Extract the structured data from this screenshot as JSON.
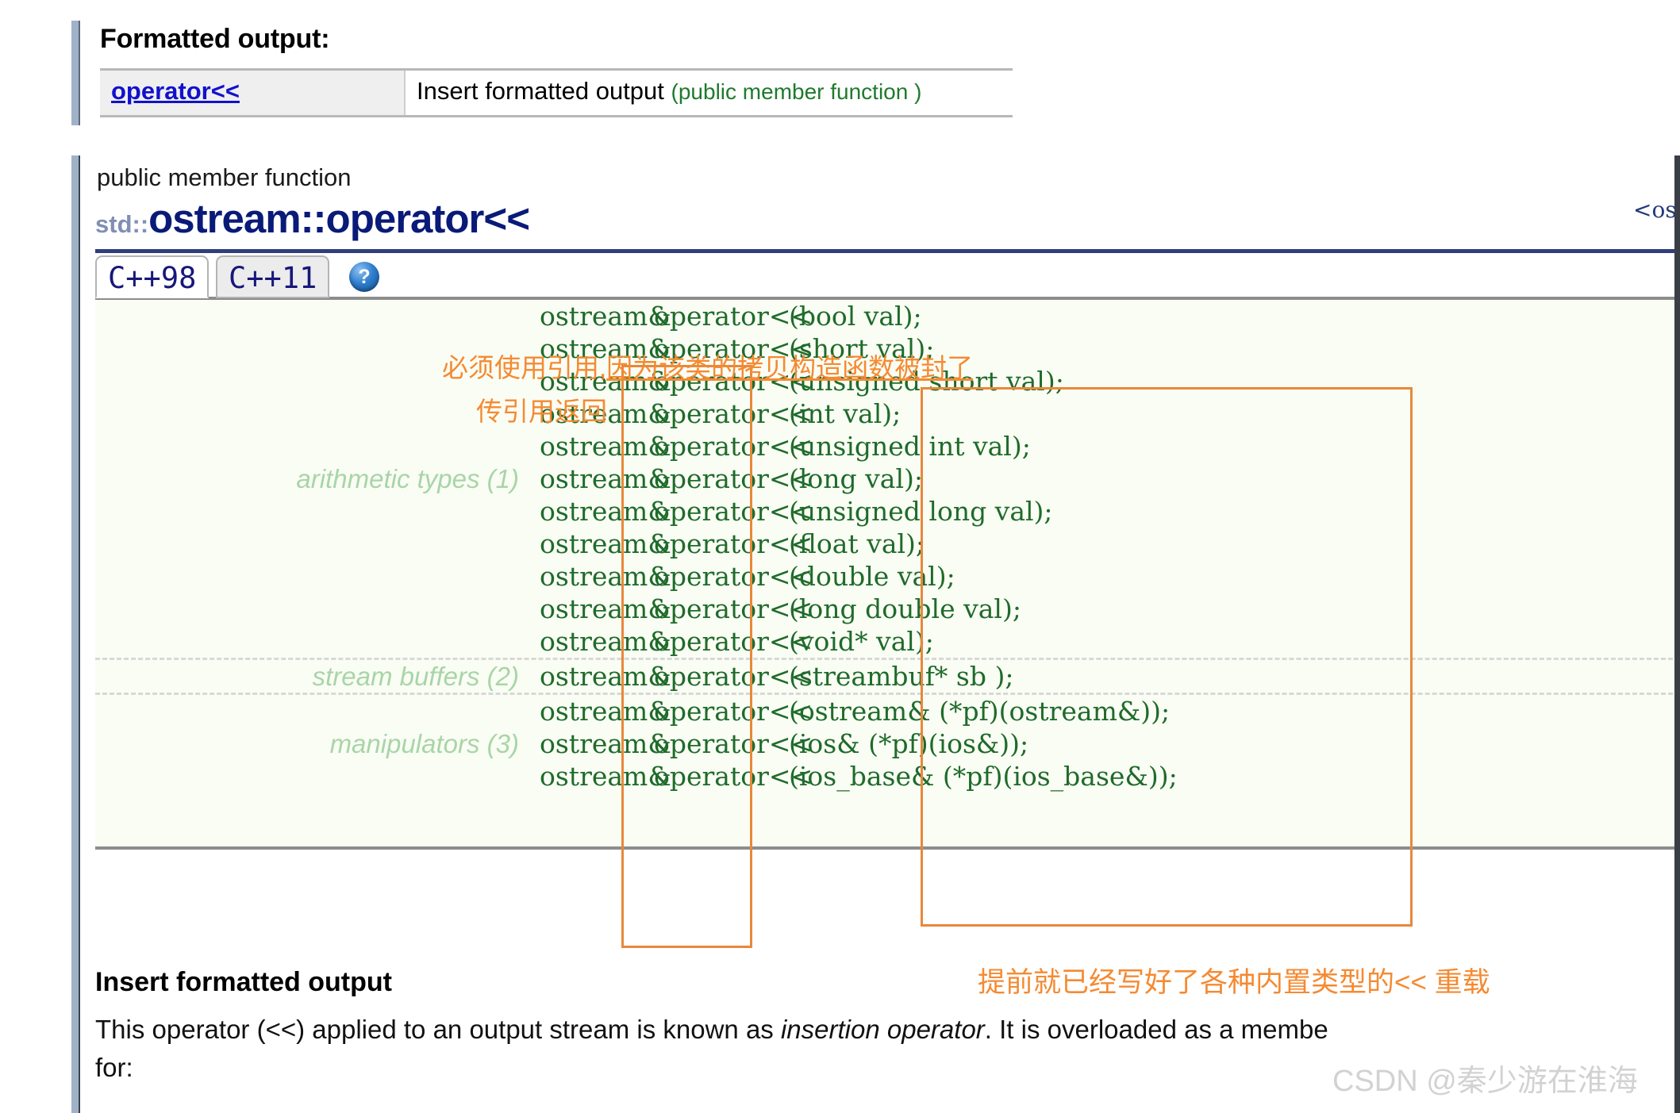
{
  "reference_block": {
    "heading": "Formatted output:",
    "row": {
      "name": "operator<<",
      "description": "Insert formatted output",
      "qualifier": "(public member function )"
    }
  },
  "page": {
    "kind": "public member function",
    "namespace_prefix": "std::",
    "title": "ostream::operator<<",
    "include_header": "<ostre",
    "tabs": [
      {
        "label": "C++98",
        "active": true
      },
      {
        "label": "C++11",
        "active": false
      }
    ],
    "help_icon_glyph": "?"
  },
  "prototypes": {
    "groups": [
      {
        "label": "arithmetic types (1)",
        "rows": [
          {
            "ret": "ostream&",
            "op": "operator<<",
            "args": "(bool val);"
          },
          {
            "ret": "ostream&",
            "op": "operator<<",
            "args": "(short val);"
          },
          {
            "ret": "ostream&",
            "op": "operator<<",
            "args": "(unsigned short val);"
          },
          {
            "ret": "ostream&",
            "op": "operator<<",
            "args": "(int val);"
          },
          {
            "ret": "ostream&",
            "op": "operator<<",
            "args": "(unsigned int val);"
          },
          {
            "ret": "ostream&",
            "op": "operator<<",
            "args": "(long val);"
          },
          {
            "ret": "ostream&",
            "op": "operator<<",
            "args": "(unsigned long val);"
          },
          {
            "ret": "ostream&",
            "op": "operator<<",
            "args": "(float val);"
          },
          {
            "ret": "ostream&",
            "op": "operator<<",
            "args": "(double val);"
          },
          {
            "ret": "ostream&",
            "op": "operator<<",
            "args": "(long double val);"
          },
          {
            "ret": "ostream&",
            "op": "operator<<",
            "args": "(void* val);"
          }
        ]
      },
      {
        "label": "stream buffers (2)",
        "rows": [
          {
            "ret": "ostream&",
            "op": "operator<<",
            "args": "(streambuf* sb );"
          }
        ]
      },
      {
        "label": "manipulators (3)",
        "rows": [
          {
            "ret": "ostream&",
            "op": "operator<<",
            "args": "(ostream& (*pf)(ostream&));"
          },
          {
            "ret": "ostream&",
            "op": "operator<<",
            "args": "(ios& (*pf)(ios&));"
          },
          {
            "ret": "ostream&",
            "op": "operator<<",
            "args": "(ios_base& (*pf)(ios_base&));"
          }
        ]
      }
    ]
  },
  "annotations": {
    "note1_plain": "必须使用引用,",
    "note1_underlined": "因为该类的拷贝构造函数被封了",
    "note2": "传引用返回",
    "note3": "提前就已经写好了各种内置类型的<< 重载",
    "color": "#f58a32"
  },
  "description": {
    "title": "Insert formatted output",
    "line1_a": "This operator (<<) applied to an output stream is known as ",
    "line1_em": "insertion operator",
    "line1_b": ". It is overloaded as a membe",
    "line2": "for:"
  },
  "watermark": "CSDN @秦少游在淮海",
  "colors": {
    "link": "#1111cc",
    "title_navy": "#0a1a78",
    "std_prefix": "#7f8fb5",
    "code_green": "#1f6b2b",
    "group_label_green": "#a8d5a8",
    "qualifier_green": "#1f7a2e",
    "accent_orange": "#f58a32",
    "sidebar_blue": "#9fb2c8"
  }
}
